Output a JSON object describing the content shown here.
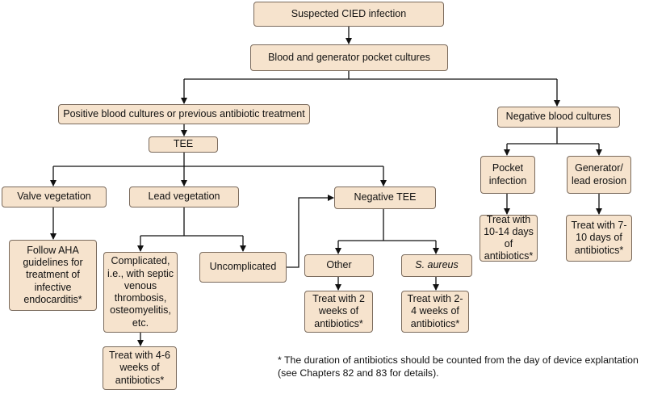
{
  "nodes": {
    "suspected": "Suspected CIED infection",
    "cultures": "Blood and generator pocket cultures",
    "positive": "Positive blood cultures or previous antibiotic treatment",
    "negative_bc": "Negative blood cultures",
    "tee": "TEE",
    "valve": "Valve vegetation",
    "lead": "Lead vegetation",
    "negative_tee": "Negative TEE",
    "pocket": "Pocket infection",
    "erosion": "Generator/ lead erosion",
    "aha": "Follow AHA guidelines for treatment of infective endocarditis*",
    "complicated": "Complicated, i.e., with septic venous thrombosis, osteomyelitis, etc.",
    "uncomplicated": "Uncomplicated",
    "other": "Other",
    "saureus": "S. aureus",
    "treat_pocket": "Treat with 10-14 days of antibiotics*",
    "treat_erosion": "Treat with 7-10 days of antibiotics*",
    "treat_other": "Treat with 2 weeks of antibiotics*",
    "treat_saureus": "Treat with 2-4 weeks of antibiotics*",
    "treat_complicated": "Treat with 4-6 weeks of antibiotics*"
  },
  "footnote": "* The duration of antibiotics should be counted from the day of device explantation (see Chapters 82 and 83 for details).",
  "colors": {
    "box_fill": "#f6e3cd",
    "box_border": "#7a6a5c",
    "line": "#111111"
  }
}
